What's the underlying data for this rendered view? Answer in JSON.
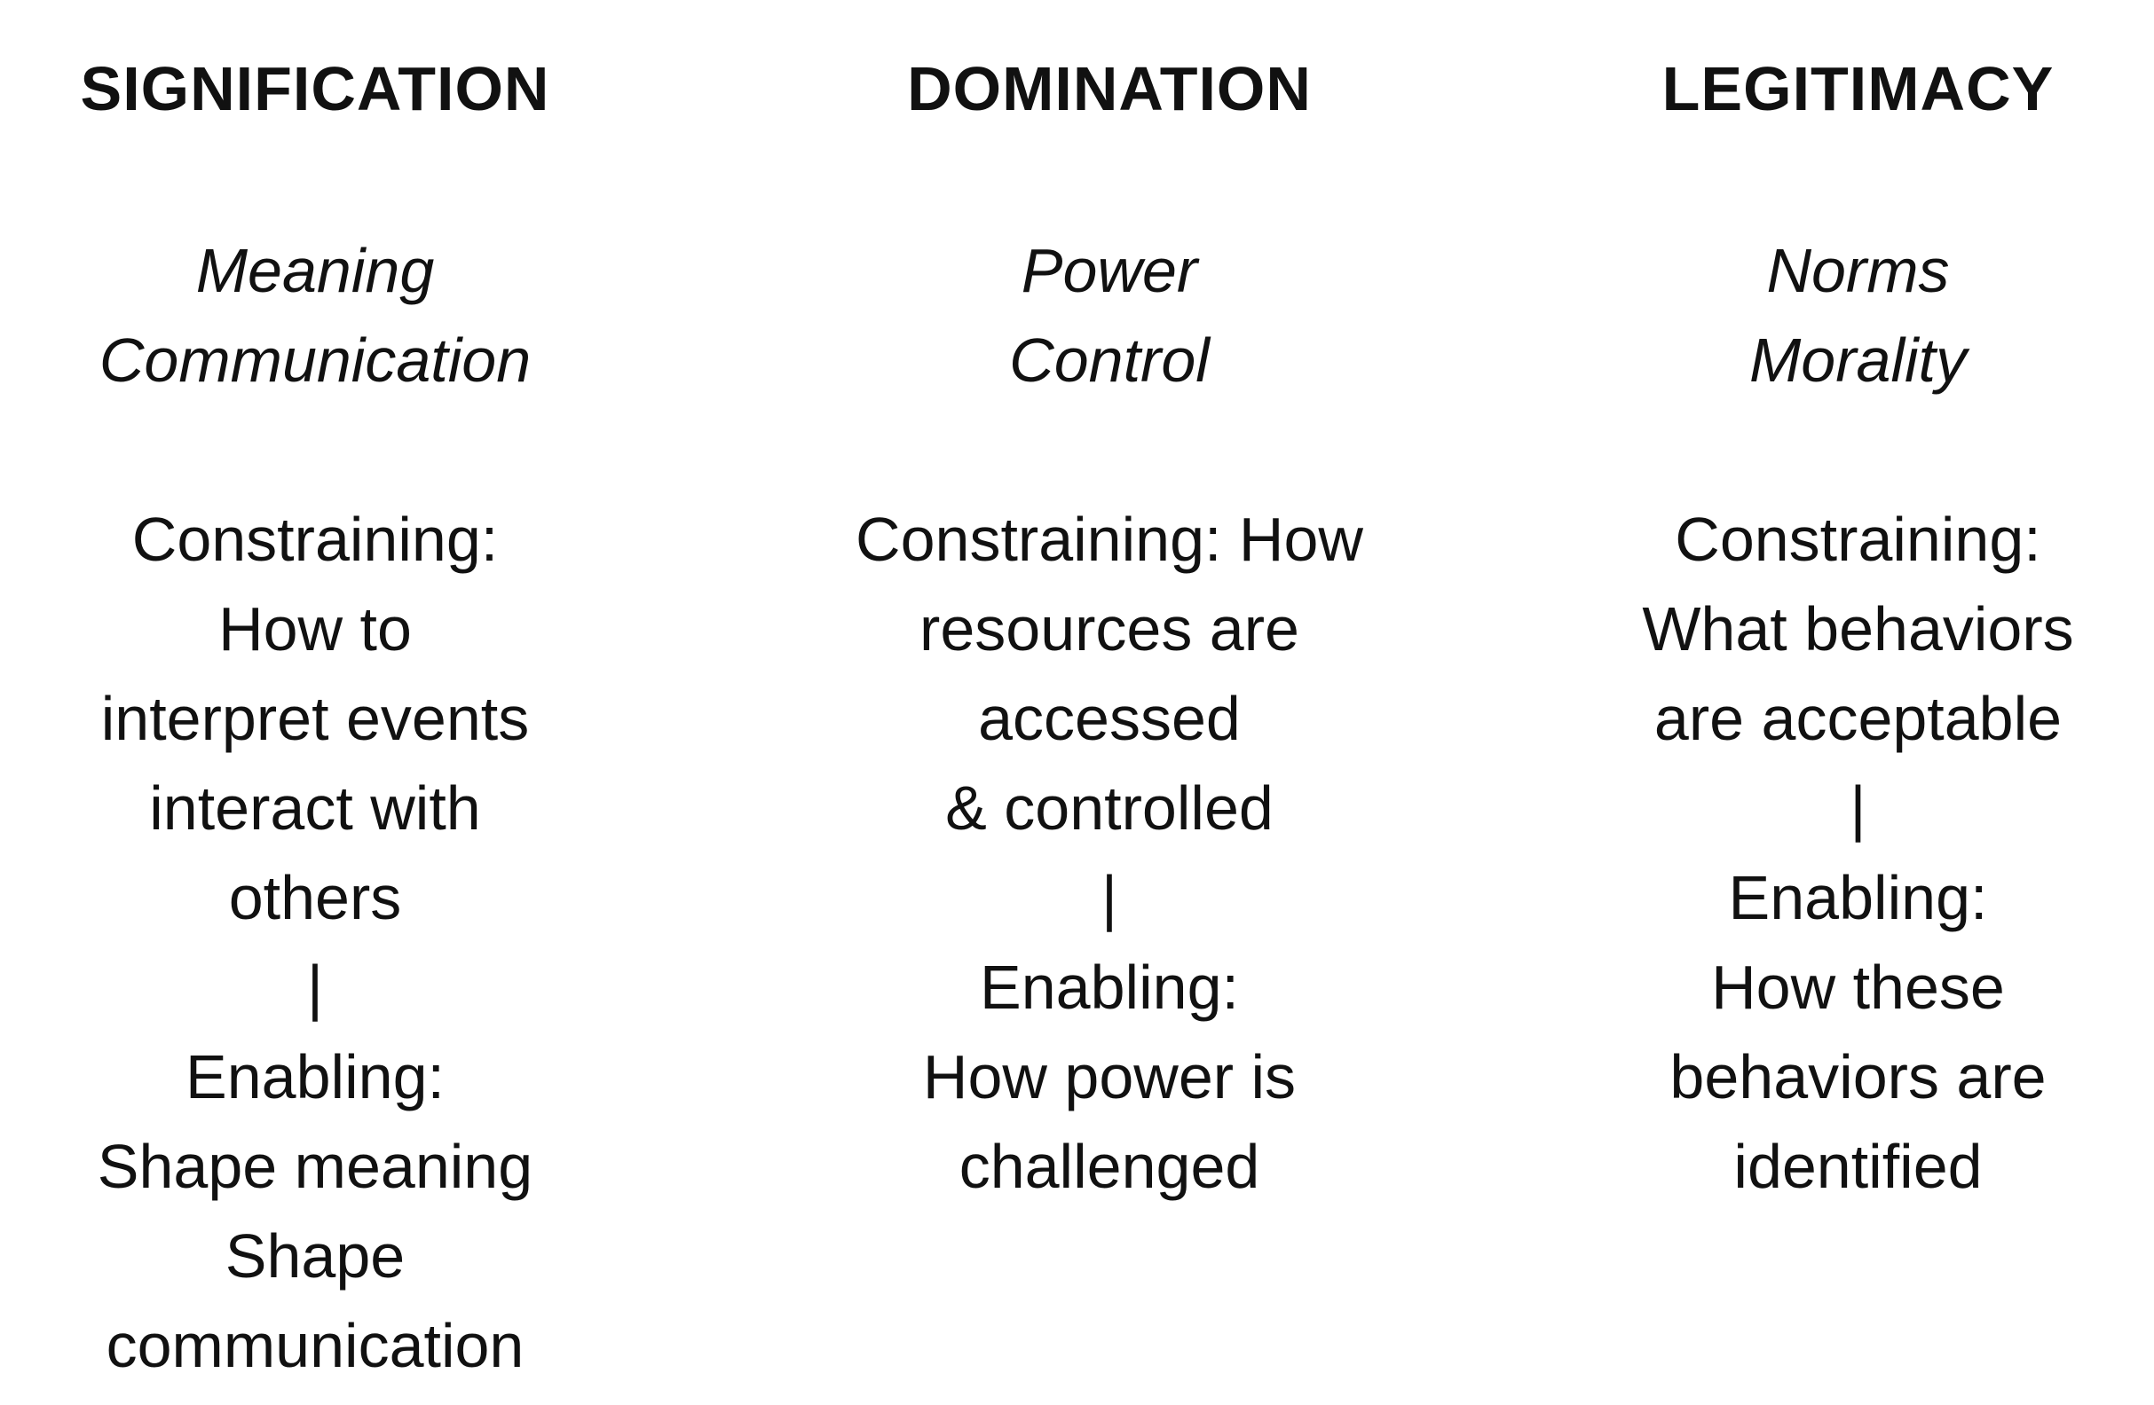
{
  "columns": [
    {
      "heading": "SIGNIFICATION",
      "sub": [
        "Meaning",
        "Communication"
      ],
      "lines": [
        "Constraining:",
        "How to",
        "interpret events",
        "interact with",
        "others",
        "|",
        "Enabling:",
        "Shape meaning",
        "Shape",
        "communication"
      ]
    },
    {
      "heading": "DOMINATION",
      "sub": [
        "Power",
        "Control"
      ],
      "lines": [
        "Constraining: How",
        "resources are",
        "accessed",
        "& controlled",
        "|",
        "Enabling:",
        "How power is",
        "challenged"
      ]
    },
    {
      "heading": "LEGITIMACY",
      "sub": [
        "Norms",
        "Morality"
      ],
      "lines": [
        "Constraining:",
        "What behaviors",
        "are acceptable",
        "|",
        "Enabling:",
        "How these",
        "behaviors are",
        "identified"
      ]
    }
  ]
}
